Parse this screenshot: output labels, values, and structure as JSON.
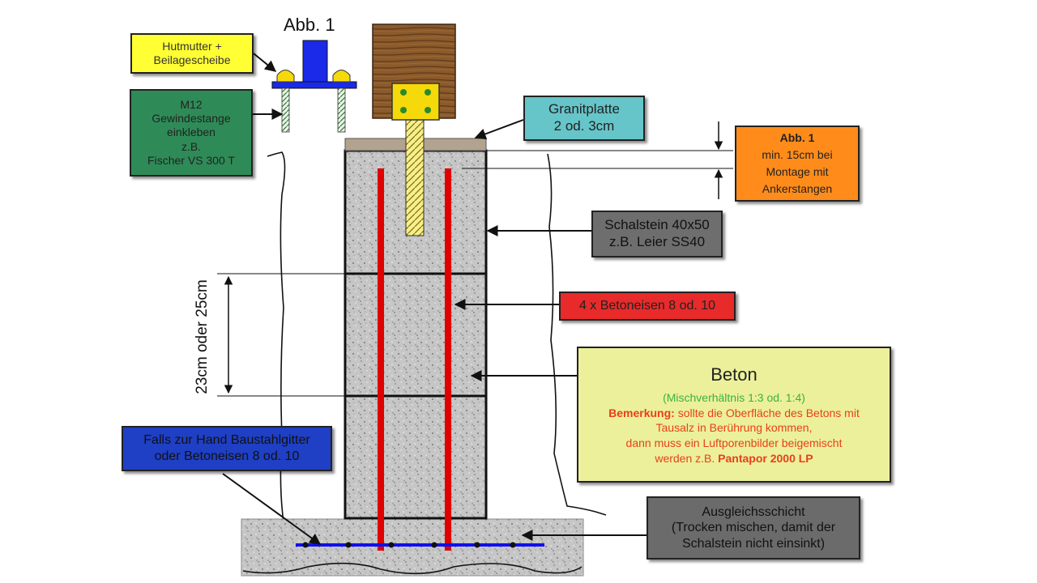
{
  "title": "Abb. 1",
  "dimension_label": "23cm oder 25cm",
  "labels": {
    "hutmutter": [
      "Hutmutter +",
      "Beilagescheibe"
    ],
    "m12": [
      "M12",
      "Gewindestange",
      "einkleben",
      "z.B.",
      "Fischer VS 300 T"
    ],
    "granitplatte": [
      "Granitplatte",
      "2 od. 3cm"
    ],
    "abb1_note": {
      "heading": "Abb. 1",
      "lines": [
        "min. 15cm bei",
        "Montage mit",
        "Ankerstangen"
      ]
    },
    "schalstein": [
      "Schalstein 40x50",
      "z.B. Leier SS40"
    ],
    "betoneisen": "4 x Betoneisen 8 od. 10",
    "beton": {
      "title": "Beton",
      "mix": "(Mischverhältnis 1:3 od. 1:4)",
      "remark_label": "Bemerkung:",
      "remark_line1": " sollte die Oberfläche  des Betons mit",
      "remark_lines": [
        "Tausalz in Berührung kommen,",
        "dann muss ein  Luftporenbilder beigemischt"
      ],
      "remark_last_prefix": "werden z.B. ",
      "product": "Pantapor 2000 LP"
    },
    "falls": [
      "Falls zur Hand Baustahlgitter",
      "oder Betoneisen 8 od. 10"
    ],
    "ausgleich": [
      "Ausgleichsschicht",
      "(Trocken mischen, damit der",
      "Schalstein nicht einsinkt)"
    ]
  },
  "colors": {
    "hutmutter": "#ffff33",
    "m12": "#2e8b57",
    "granitplatte": "#66c5c9",
    "abb1_note": "#ff8c1a",
    "schalstein": "#6e6e6e",
    "betoneisen": "#e82a2a",
    "beton_box": "#ecf09a",
    "falls": "#1f3fc4",
    "ausgleich": "#6b6b6b",
    "rebar": "#e00000",
    "mesh": "#1010ee",
    "wood": "#8b5a2b",
    "bracket": "#f5d90a"
  }
}
